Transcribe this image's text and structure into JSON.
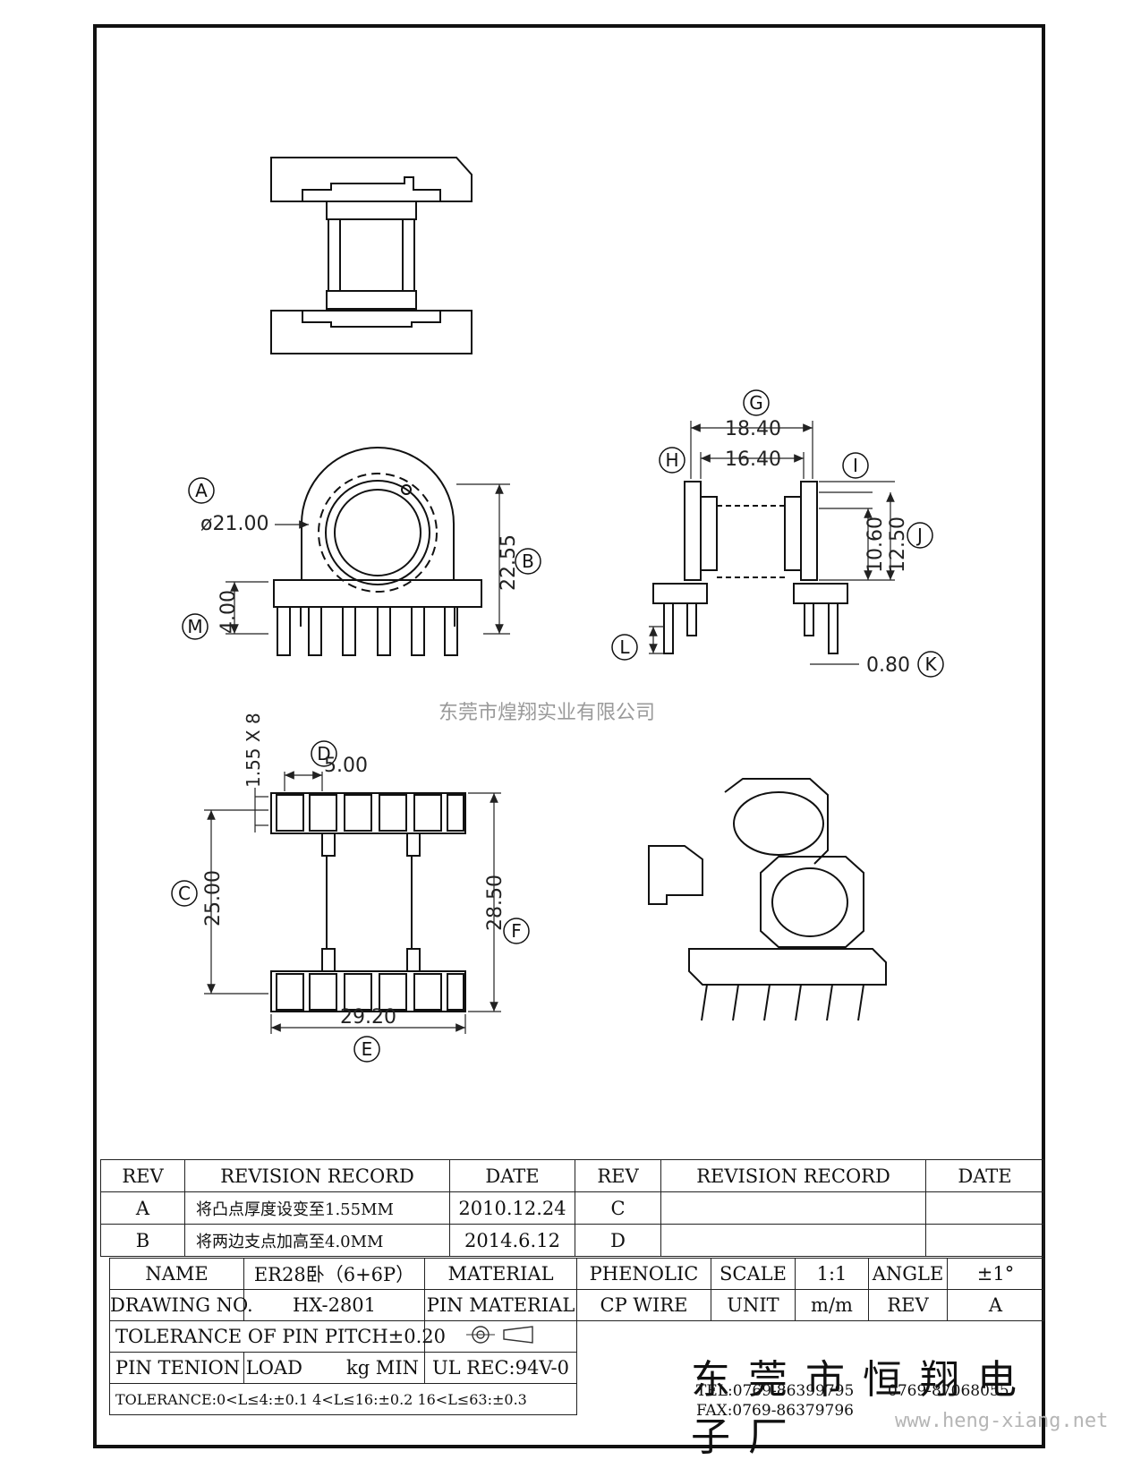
{
  "watermark": {
    "company_cn": "东莞市煌翔实业有限公司",
    "url": "www.heng-xiang.net"
  },
  "callouts": {
    "A": "A",
    "B": "B",
    "C": "C",
    "D": "D",
    "E": "E",
    "F": "F",
    "G": "G",
    "H": "H",
    "I": "I",
    "J": "J",
    "K": "K",
    "L": "L",
    "M": "M"
  },
  "dimensions": {
    "A": "ø21.00",
    "B": "22.55",
    "M": "4.00",
    "G": "18.40",
    "H": "16.40",
    "I": "10.60",
    "J": "12.50",
    "K": "0.80",
    "D_top": "1.55 X 8",
    "D": "5.00",
    "C": "25.00",
    "F": "28.50",
    "E": "29.20"
  },
  "revision_table": {
    "headers": [
      "REV",
      "REVISION RECORD",
      "DATE",
      "REV",
      "REVISION RECORD",
      "DATE"
    ],
    "rows": [
      [
        "A",
        "将凸点厚度设变至1.55MM",
        "2010.12.24",
        "C",
        "",
        ""
      ],
      [
        "B",
        "将两边支点加高至4.0MM",
        "2014.6.12",
        "D",
        "",
        ""
      ]
    ]
  },
  "title_block": {
    "name_label": "NAME",
    "name_value": "ER28卧（6+6P）",
    "material_label": "MATERIAL",
    "material_value": "PHENOLIC",
    "scale_label": "SCALE",
    "scale_value": "1:1",
    "angle_label": "ANGLE",
    "angle_value": "±1°",
    "drawing_no_label": "DRAWING NO.",
    "drawing_no_value": "HX-2801",
    "pin_material_label": "PIN MATERIAL",
    "pin_material_value": "CP WIRE",
    "unit_label": "UNIT",
    "unit_value": "m/m",
    "rev_label": "REV",
    "rev_value": "A",
    "tolerance_pitch": "TOLERANCE OF PIN PITCH±0.20",
    "pin_tension_label": "PIN TENION LOAD",
    "pin_tension_unit": "kg MIN",
    "ul_rec": "UL REC:94V-0",
    "tolerance_general": "TOLERANCE:0<L≤4:±0.1  4<L≤16:±0.2  16<L≤63:±0.3",
    "company": "东莞市恒翔电子厂",
    "tel": "TEL:0769-86399795",
    "tel2": "0769-87068055",
    "fax": "FAX:0769-86379796"
  }
}
